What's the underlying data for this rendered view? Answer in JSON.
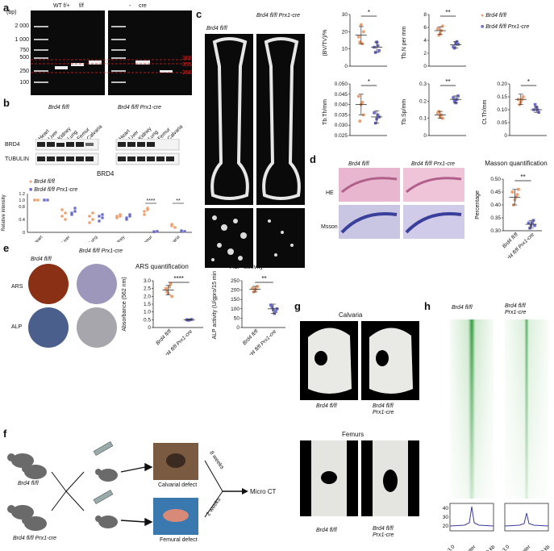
{
  "panels": {
    "a": "a",
    "b": "b",
    "c": "c",
    "d": "d",
    "e": "e",
    "f": "f",
    "g": "g",
    "h": "h"
  },
  "gel": {
    "unit": "(bp)",
    "ladder": [
      "2 000",
      "1 000",
      "750",
      "500",
      "250",
      "100"
    ],
    "lane_groups": [
      "WT f/+",
      "f/f",
      "-",
      "cre"
    ],
    "bands": [
      "366",
      "355",
      "250"
    ]
  },
  "western": {
    "left_header": "Brd4 fl/fl",
    "right_header": "Brd4 fl/fl Prx1-cre",
    "lanes": [
      "Heart",
      "Liver",
      "Kidney",
      "Lung",
      "Femur",
      "Calvaria"
    ],
    "proteins": [
      "BRD4",
      "TUBULIN"
    ]
  },
  "brd4_plot": {
    "title": "BRD4",
    "ylabel": "Relative intensity",
    "legend": [
      "Brd4 fl/fl",
      "Brd4 fl/fl Prx1-cre"
    ],
    "sig": [
      "****",
      "**"
    ]
  },
  "micro_ct": {
    "col1": "Brd4 fl/fl",
    "col2": "Brd4 fl/fl Prx1-cre"
  },
  "bone_legend": [
    "Brd4 fl/fl",
    "Brd4 fl/fl Prx1-cre"
  ],
  "histology": {
    "col1": "Brd4 fl/fl",
    "col2": "Brd4 fl/fl Prx1-cre",
    "row1": "HE",
    "row2": "Msson",
    "quant_title": "Masson quantification",
    "quant_ylabel": "Percentage",
    "xlabels": [
      "Brd4 fl/fl",
      "Brd4 fl/fl Prx1-cre"
    ],
    "sig": "**"
  },
  "staining": {
    "col1": "Brd4 fl/fl",
    "col2": "Brd4 fl/fl Prx1-cre",
    "row1": "ARS",
    "row2": "ALP",
    "ars_title": "ARS quantification",
    "ars_ylabel": "Absorbance (562 nm)",
    "ars_sig": "****",
    "alp_title": "ALP activity",
    "alp_ylabel": "ALP activity (U/gpro/15 min)",
    "alp_sig": "**",
    "xlabels": [
      "Brd4 fl/fl",
      "Brd4 fl/fl Prx1-cre"
    ]
  },
  "workflow": {
    "mouse1": "Brd4 fl/fl",
    "mouse2": "Brd4 fl/fl Prx1-cre",
    "defect1": "Calvarial defect",
    "defect2": "Femural defect",
    "time1": "8 weeks",
    "time2": "2 weeks",
    "end": "Micro CT"
  },
  "defects": {
    "calvaria": "Calvaria",
    "femurs": "Femurs",
    "lab1": "Brd4 fl/fl",
    "lab2": "Brd4 fl/fl",
    "lab2b": "Prx1-cre"
  },
  "heatmap": {
    "col1": "Brd4 fl/fl",
    "col2": "Brd4 fl/fl",
    "col2b": "Prx1-cre",
    "yticks": [
      "40",
      "30",
      "20"
    ],
    "xticks": [
      "-3.0",
      "Center",
      "3.0 kb"
    ],
    "profile_color": "#3a3aa0",
    "heat_color": "#2e9a3a"
  },
  "colors": {
    "control": "#f0a070",
    "cko": "#6a6ac8"
  },
  "chart_data": [
    {
      "type": "scatter",
      "title": "(BV/TV)/%",
      "categories": [
        "Brd4 fl/fl",
        "Brd4 fl/fl Prx1-cre"
      ],
      "series": [
        {
          "name": "Brd4 fl/fl",
          "values": [
            17,
            24,
            20,
            14,
            13
          ]
        },
        {
          "name": "Brd4 fl/fl Prx1-cre",
          "values": [
            11,
            14,
            9,
            8,
            12
          ]
        }
      ],
      "mean": [
        18,
        11
      ],
      "sd": [
        5,
        3
      ],
      "ylim": [
        0,
        30
      ],
      "yticks": [
        "0",
        "10",
        "20",
        "30"
      ],
      "sig": "*"
    },
    {
      "type": "scatter",
      "title": "Tb.N per mm",
      "categories": [
        "Brd4 fl/fl",
        "Brd4 fl/fl Prx1-cre"
      ],
      "series": [
        {
          "name": "Brd4 fl/fl",
          "values": [
            5.8,
            5.0,
            6.2,
            4.8,
            5.5
          ]
        },
        {
          "name": "Brd4 fl/fl Prx1-cre",
          "values": [
            3.0,
            3.6,
            3.4,
            2.8,
            3.8
          ]
        }
      ],
      "mean": [
        5.5,
        3.3
      ],
      "sd": [
        0.6,
        0.5
      ],
      "ylim": [
        0,
        8
      ],
      "yticks": [
        "0",
        "2",
        "4",
        "6",
        "8"
      ],
      "sig": "**"
    },
    {
      "type": "scatter",
      "title": "Tb.Th/mm",
      "categories": [
        "Brd4 fl/fl",
        "Brd4 fl/fl Prx1-cre"
      ],
      "series": [
        {
          "name": "Brd4 fl/fl",
          "values": [
            0.044,
            0.04,
            0.035,
            0.032,
            0.041
          ]
        },
        {
          "name": "Brd4 fl/fl Prx1-cre",
          "values": [
            0.036,
            0.033,
            0.034,
            0.031,
            0.035
          ]
        }
      ],
      "mean": [
        0.04,
        0.034
      ],
      "sd": [
        0.005,
        0.003
      ],
      "ylim": [
        0.025,
        0.05
      ],
      "yticks": [
        "0.025",
        "0.030",
        "0.035",
        "0.040",
        "0.045",
        "0.050"
      ],
      "sig": "*"
    },
    {
      "type": "scatter",
      "title": "Tb.Sp/mm",
      "categories": [
        "Brd4 fl/fl",
        "Brd4 fl/fl Prx1-cre"
      ],
      "series": [
        {
          "name": "Brd4 fl/fl",
          "values": [
            0.13,
            0.11,
            0.1,
            0.14,
            0.12
          ]
        },
        {
          "name": "Brd4 fl/fl Prx1-cre",
          "values": [
            0.22,
            0.19,
            0.23,
            0.2,
            0.21
          ]
        }
      ],
      "mean": [
        0.12,
        0.21
      ],
      "sd": [
        0.02,
        0.02
      ],
      "ylim": [
        0,
        0.3
      ],
      "yticks": [
        "0",
        "0.1",
        "0.2",
        "0.3"
      ],
      "sig": "**"
    },
    {
      "type": "scatter",
      "title": "Ct.Th/mm",
      "categories": [
        "Brd4 fl/fl",
        "Brd4 fl/fl Prx1-cre"
      ],
      "series": [
        {
          "name": "Brd4 fl/fl",
          "values": [
            0.14,
            0.13,
            0.15,
            0.12,
            0.14
          ]
        },
        {
          "name": "Brd4 fl/fl Prx1-cre",
          "values": [
            0.1,
            0.11,
            0.09,
            0.12,
            0.1
          ]
        }
      ],
      "mean": [
        0.14,
        0.1
      ],
      "sd": [
        0.02,
        0.01
      ],
      "ylim": [
        0,
        0.2
      ],
      "yticks": [
        "0",
        "0.05",
        "0.10",
        "0.15",
        "0.20"
      ],
      "sig": "*"
    },
    {
      "type": "scatter",
      "title": "BRD4",
      "categories": [
        "Heart",
        "Liver",
        "Lung",
        "Kidney",
        "Femur",
        "Calvaria"
      ],
      "series": [
        {
          "name": "Brd4 fl/fl",
          "values": [
            [
              1.0,
              1.0,
              1.0
            ],
            [
              0.5,
              0.6,
              0.7,
              0.4
            ],
            [
              0.5,
              0.4,
              0.3,
              0.6
            ],
            [
              0.5,
              0.55,
              0.45,
              0.5
            ],
            [
              0.65,
              0.7,
              0.55,
              0.75
            ],
            [
              0.2,
              0.15,
              0.25
            ]
          ]
        },
        {
          "name": "Brd4 fl/fl Prx1-cre",
          "values": [
            [
              1.0,
              1.0,
              1.0
            ],
            [
              0.6,
              0.75,
              0.55,
              0.65
            ],
            [
              0.5,
              0.45,
              0.35,
              0.55
            ],
            [
              0.45,
              0.5,
              0.4,
              0.55
            ],
            [
              0.02,
              0.03,
              0.02
            ],
            [
              0.05,
              0.03,
              0.04
            ]
          ]
        }
      ],
      "ylim": [
        0,
        1.2
      ],
      "yticks": [
        "0",
        "0.2",
        "0.4",
        "0.6",
        "0.8",
        "1.0",
        "1.2"
      ],
      "xlabel": "",
      "ylabel": "Relative intensity"
    },
    {
      "type": "scatter",
      "title": "Masson quantification",
      "categories": [
        "Brd4 fl/fl",
        "Brd4 fl/fl Prx1-cre"
      ],
      "series": [
        {
          "name": "Brd4 fl/fl",
          "values": [
            0.45,
            0.42,
            0.44,
            0.4,
            0.43,
            0.46
          ]
        },
        {
          "name": "Brd4 fl/fl Prx1-cre",
          "values": [
            0.33,
            0.32,
            0.34,
            0.31,
            0.33,
            0.32
          ]
        }
      ],
      "mean": [
        0.43,
        0.325
      ],
      "sd": [
        0.03,
        0.015
      ],
      "ylim": [
        0.3,
        0.5
      ],
      "yticks": [
        "0.30",
        "0.35",
        "0.40",
        "0.45",
        "0.50"
      ],
      "ylabel": "Percentage",
      "sig": "**"
    },
    {
      "type": "scatter",
      "title": "ARS quantification",
      "categories": [
        "Brd4 fl/fl",
        "Brd4 fl/fl Prx1-cre"
      ],
      "series": [
        {
          "name": "Brd4 fl/fl",
          "values": [
            2.5,
            2.2,
            2.8,
            2.3,
            2.6,
            2.0
          ]
        },
        {
          "name": "Brd4 fl/fl Prx1-cre",
          "values": [
            0.5,
            0.48,
            0.52,
            0.47
          ]
        }
      ],
      "mean": [
        2.4,
        0.5
      ],
      "sd": [
        0.3,
        0.03
      ],
      "ylim": [
        0,
        3.0
      ],
      "yticks": [
        "0",
        "0.5",
        "1.0",
        "1.5",
        "2.0",
        "2.5",
        "3.0"
      ],
      "ylabel": "Absorbance (562 nm)",
      "sig": "****"
    },
    {
      "type": "scatter",
      "title": "ALP activity",
      "categories": [
        "Brd4 fl/fl",
        "Brd4 fl/fl Prx1-cre"
      ],
      "series": [
        {
          "name": "Brd4 fl/fl",
          "values": [
            210,
            200,
            220,
            190,
            205
          ]
        },
        {
          "name": "Brd4 fl/fl Prx1-cre",
          "values": [
            120,
            95,
            85,
            110,
            75,
            100
          ]
        }
      ],
      "mean": [
        205,
        100
      ],
      "sd": [
        15,
        25
      ],
      "ylim": [
        0,
        250
      ],
      "yticks": [
        "0",
        "50",
        "100",
        "150",
        "200",
        "250"
      ],
      "ylabel": "ALP activity (U/gpro/15 min)",
      "sig": "**"
    }
  ]
}
